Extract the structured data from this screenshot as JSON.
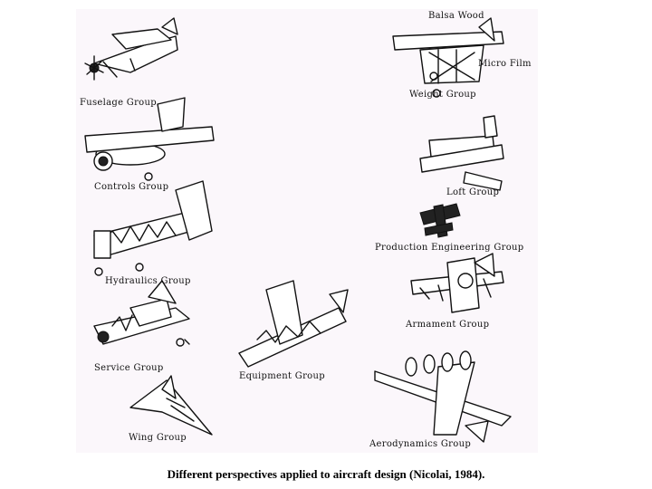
{
  "figure": {
    "caption": "Different perspectives applied to aircraft design (Nicolai, 1984).",
    "groups": {
      "fuselage": "Fuselage Group",
      "controls": "Controls Group",
      "hydraulics": "Hydraulics Group",
      "service": "Service Group",
      "wing": "Wing Group",
      "equipment": "Equipment Group",
      "weight": "Weight Group",
      "loft": "Loft Group",
      "production": "Production Engineering Group",
      "armament": "Armament Group",
      "aerodynamics": "Aerodynamics Group"
    },
    "annotations": {
      "balsa": "Balsa Wood",
      "micro_film": "Micro Film"
    }
  }
}
